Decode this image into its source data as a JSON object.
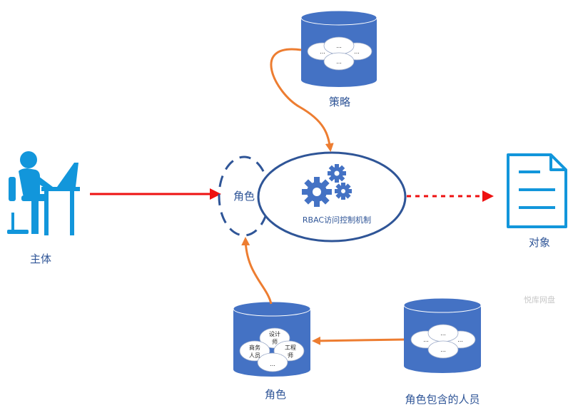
{
  "labels": {
    "subject": "主体",
    "policy": "策略",
    "role_small": "角色",
    "mechanism": "RBAC访问控制机制",
    "object": "对象",
    "roles_db": "角色",
    "members_db": "角色包含的人员",
    "watermark": "悦库网盘"
  },
  "role_bubbles": {
    "designer": [
      "设计",
      "师"
    ],
    "business": [
      "商务",
      "人员"
    ],
    "engineer": [
      "工程",
      "师"
    ],
    "dots": "..."
  },
  "ellipsis": "...",
  "colors": {
    "cylinder": "#4472c4",
    "label_text": "#2f5597",
    "person_icon": "#1296db",
    "document_icon": "#1296db",
    "orange_arrow": "#ed7d31",
    "red_arrow": "#ee1111",
    "ellipse_border": "#2f5597",
    "gear": "#4472c4"
  },
  "icons": [
    "person-at-desk-icon",
    "gear-icon",
    "document-icon"
  ]
}
